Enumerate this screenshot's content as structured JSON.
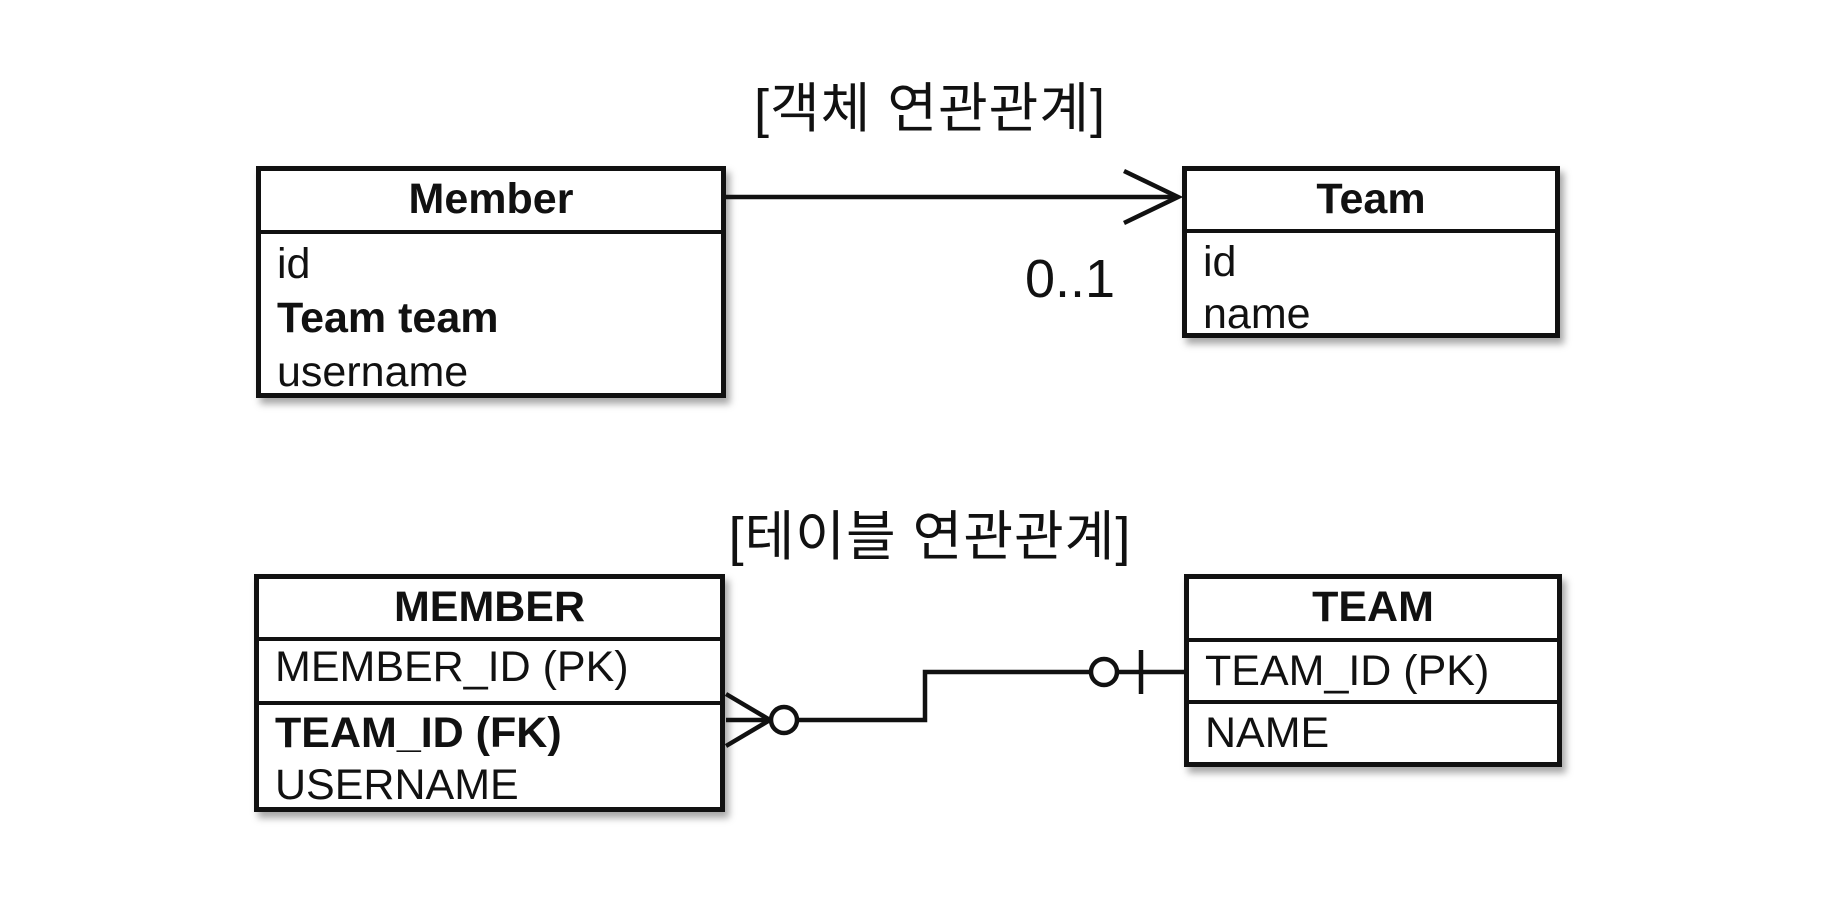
{
  "object_diagram": {
    "title": "[객체 연관관계]",
    "member_class": {
      "name": "Member",
      "attributes": [
        "id",
        "Team team",
        "username"
      ]
    },
    "team_class": {
      "name": "Team",
      "attributes": [
        "id",
        "name"
      ]
    },
    "association": {
      "multiplicity_label": "0..1"
    }
  },
  "table_diagram": {
    "title": "[테이블 연관관계]",
    "member_table": {
      "name": "MEMBER",
      "primary_key_column": "MEMBER_ID (PK)",
      "columns": [
        "TEAM_ID (FK)",
        "USERNAME"
      ]
    },
    "team_table": {
      "name": "TEAM",
      "primary_key_column": "TEAM_ID (PK)",
      "columns": [
        "NAME"
      ]
    }
  },
  "colors": {
    "line": "#111111",
    "box_fill": "#ffffff",
    "background": "#ffffff",
    "text": "#111111"
  }
}
